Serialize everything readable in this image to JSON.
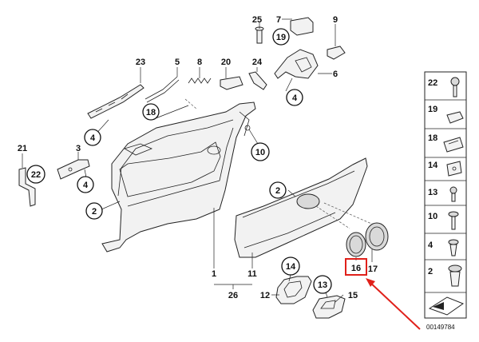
{
  "callouts": [
    {
      "id": "c25",
      "text": "25"
    },
    {
      "id": "c7",
      "text": "7"
    },
    {
      "id": "c9",
      "text": "9"
    },
    {
      "id": "c19",
      "text": "19"
    },
    {
      "id": "c23",
      "text": "23"
    },
    {
      "id": "c5",
      "text": "5"
    },
    {
      "id": "c8",
      "text": "8"
    },
    {
      "id": "c20",
      "text": "20"
    },
    {
      "id": "c24",
      "text": "24"
    },
    {
      "id": "c6",
      "text": "6"
    },
    {
      "id": "c18",
      "text": "18"
    },
    {
      "id": "c4a",
      "text": "4"
    },
    {
      "id": "c4b",
      "text": "4"
    },
    {
      "id": "c4c",
      "text": "4"
    },
    {
      "id": "c21",
      "text": "21"
    },
    {
      "id": "c22",
      "text": "22"
    },
    {
      "id": "c3",
      "text": "3"
    },
    {
      "id": "c10",
      "text": "10"
    },
    {
      "id": "c2a",
      "text": "2"
    },
    {
      "id": "c2b",
      "text": "2"
    },
    {
      "id": "c14",
      "text": "14"
    },
    {
      "id": "c13",
      "text": "13"
    },
    {
      "id": "c16",
      "text": "16"
    },
    {
      "id": "c17",
      "text": "17"
    },
    {
      "id": "c1",
      "text": "1"
    },
    {
      "id": "c11",
      "text": "11"
    },
    {
      "id": "c26",
      "text": "26"
    },
    {
      "id": "c12",
      "text": "12"
    },
    {
      "id": "c15",
      "text": "15"
    }
  ],
  "highlight": {
    "text": "16",
    "color": "#e0201a"
  },
  "arrow_color": "#e0201a",
  "sidebar": [
    {
      "num": "22"
    },
    {
      "num": "19"
    },
    {
      "num": "18"
    },
    {
      "num": "14"
    },
    {
      "num": "13"
    },
    {
      "num": "10"
    },
    {
      "num": "4"
    },
    {
      "num": "2"
    }
  ],
  "catalog_number": "00149784"
}
